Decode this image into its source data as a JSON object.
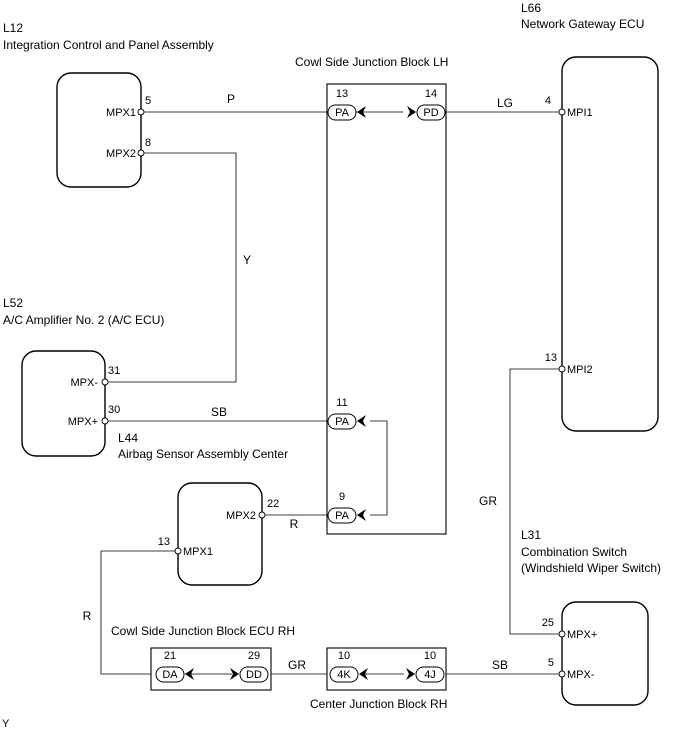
{
  "components": {
    "l12": {
      "code": "L12",
      "name": "Integration Control and Panel Assembly",
      "pins": [
        {
          "number": "5",
          "name": "MPX1"
        },
        {
          "number": "8",
          "name": "MPX2"
        }
      ]
    },
    "l66": {
      "code": "L66",
      "name": "Network Gateway ECU",
      "pins": [
        {
          "number": "4",
          "name": "MPI1"
        },
        {
          "number": "13",
          "name": "MPI2"
        }
      ]
    },
    "l52": {
      "code": "L52",
      "name": "A/C Amplifier No. 2 (A/C ECU)",
      "pins": [
        {
          "number": "31",
          "name": "MPX-"
        },
        {
          "number": "30",
          "name": "MPX+"
        }
      ]
    },
    "l44": {
      "code": "L44",
      "name": "Airbag Sensor Assembly Center",
      "pins": [
        {
          "number": "22",
          "name": "MPX2"
        },
        {
          "number": "13",
          "name": "MPX1"
        }
      ]
    },
    "l31": {
      "code": "L31",
      "name": "Combination Switch",
      "subname": "(Windshield Wiper Switch)",
      "pins": [
        {
          "number": "25",
          "name": "MPX+"
        },
        {
          "number": "5",
          "name": "MPX-"
        }
      ]
    }
  },
  "junction_blocks": {
    "cowl_lh": {
      "name": "Cowl Side Junction Block LH",
      "connectors": [
        {
          "number": "13",
          "name": "PA"
        },
        {
          "number": "14",
          "name": "PD"
        },
        {
          "number": "11",
          "name": "PA"
        },
        {
          "number": "9",
          "name": "PA"
        }
      ]
    },
    "cowl_ecu_rh": {
      "name": "Cowl Side Junction Block ECU RH",
      "connectors": [
        {
          "number": "21",
          "name": "DA"
        },
        {
          "number": "29",
          "name": "DD"
        }
      ]
    },
    "center_rh": {
      "name": "Center Junction Block RH",
      "connectors": [
        {
          "number": "10",
          "name": "4K"
        },
        {
          "number": "10",
          "name": "4J"
        }
      ]
    }
  },
  "wires": [
    "P",
    "LG",
    "Y",
    "SB",
    "R",
    "GR",
    "R",
    "GR",
    "SB"
  ],
  "footer_mark": "Y"
}
